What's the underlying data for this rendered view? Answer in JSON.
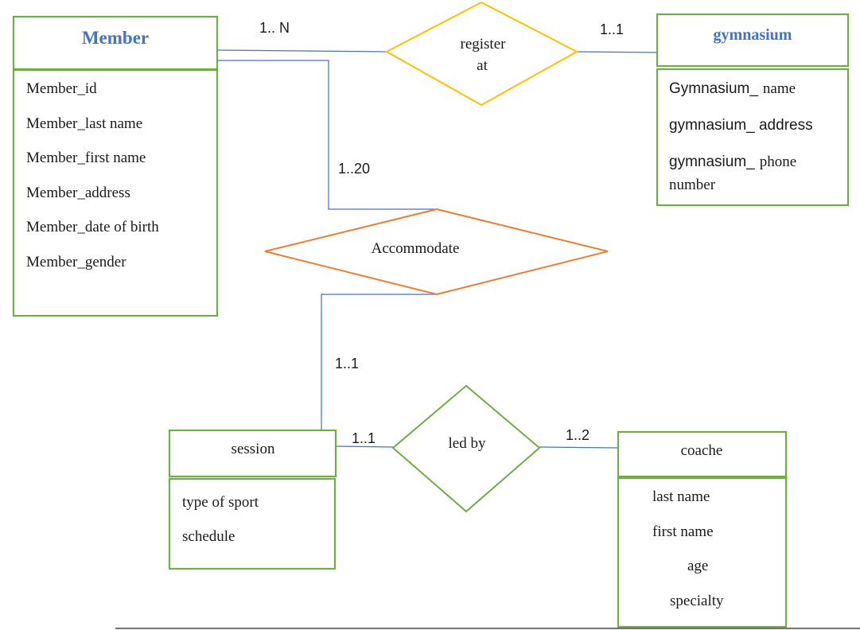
{
  "entities": {
    "member": {
      "title": "Member",
      "attributes": [
        "Member_id",
        "Member_last name",
        "Member_first name",
        "Member_address",
        "Member_date of birth",
        "Member_gender"
      ]
    },
    "gymnasium": {
      "title": "gymnasium",
      "attributes": [
        "Gymnasium_",
        "name",
        "gymnasium_ address",
        "gymnasium_",
        "phone",
        "number"
      ]
    },
    "session": {
      "title": "session",
      "attributes": [
        "type of sport",
        "schedule"
      ]
    },
    "coache": {
      "title": "coache",
      "attributes": [
        "last name",
        "first name",
        "age",
        "specialty"
      ]
    }
  },
  "relationships": {
    "register_at": {
      "line1": "register",
      "line2": "at"
    },
    "accommodate": {
      "label": "Accommodate"
    },
    "led_by": {
      "label": "led by"
    }
  },
  "cardinalities": {
    "member_register": "1.. N",
    "gymnasium_register": "1..1",
    "member_accommodate": "1..20",
    "session_accommodate": "1..1",
    "session_ledby": "1..1",
    "coache_ledby": "1..2"
  },
  "colors": {
    "entity_border": "#70ad47",
    "connector": "#4472c4",
    "title_blue": "#4472c4",
    "register_diamond": "#ffc000",
    "accommodate_diamond": "#ed7d31",
    "ledby_diamond": "#70ad47"
  }
}
